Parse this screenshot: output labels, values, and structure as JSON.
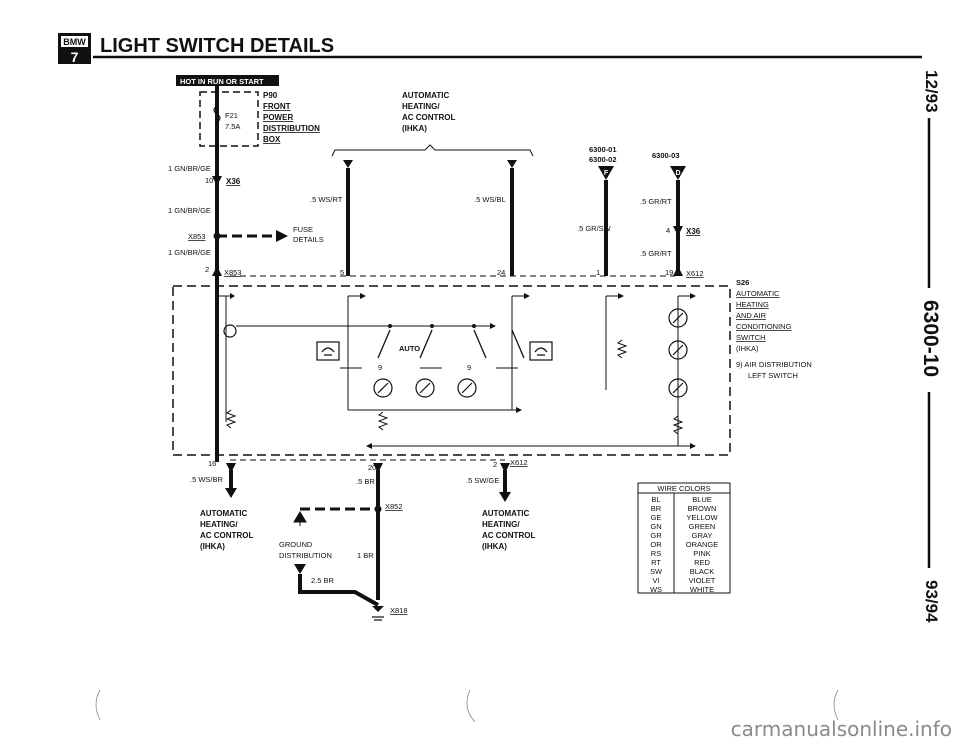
{
  "header": {
    "logo_top": "BMW",
    "logo_bottom": "7",
    "title": "LIGHT SWITCH DETAILS"
  },
  "side": {
    "date_top": "12/93",
    "page_code": "6300-10",
    "date_bottom": "93/94"
  },
  "fuse_box": {
    "hot_label": "HOT IN RUN OR START",
    "fuse_id": "F21",
    "fuse_rating": "7.5A",
    "title_lines": [
      "P90",
      "FRONT",
      "POWER",
      "DISTRIBUTION",
      "BOX"
    ]
  },
  "ihka_top": {
    "lines": [
      "AUTOMATIC",
      "HEATING/",
      "AC CONTROL",
      "(IHKA)"
    ]
  },
  "refs": {
    "r1": "6300-01",
    "r2": "6300-02",
    "r3": "6300-03",
    "f": "F",
    "d": "D"
  },
  "wires": {
    "w1": "1 GN/BR/GE",
    "w2": "1 GN/BR/GE",
    "w3": "1 GN/BR/GE",
    "ws_rt": ".5 WS/RT",
    "ws_bl": ".5 WS/BL",
    "gr_sw": ".5 GR/SW",
    "gr_rt_a": ".5 GR/RT",
    "gr_rt_b": ".5 GR/RT",
    "ws_br": ".5 WS/BR",
    "br_5": ".5 BR",
    "sw_ge": ".5 SW/GE",
    "br_1": "1 BR",
    "br_25": "2.5 BR"
  },
  "connectors": {
    "x36a": "X36",
    "x36b": "X36",
    "x853a": "X853",
    "x853b": "X853",
    "x612a": "X612",
    "x612b": "X612",
    "x852": "X852",
    "x818": "X818"
  },
  "pins": {
    "p10": "10",
    "p4": "4",
    "p2": "2",
    "p5": "5",
    "p24": "24",
    "p1": "1",
    "p19": "19",
    "p16": "16",
    "p20": "20",
    "p2b": "2",
    "p9a": "9",
    "p9b": "9"
  },
  "fuse_details": [
    "FUSE",
    "DETAILS"
  ],
  "switch_label": {
    "auto": "AUTO"
  },
  "s26": {
    "lines": [
      "S26",
      "AUTOMATIC",
      "HEATING",
      "AND AIR",
      "CONDITIONING",
      "SWITCH",
      "(IHKA)"
    ],
    "note1": "9) AIR DISTRIBUTION",
    "note2": "LEFT SWITCH"
  },
  "ihka_left": {
    "lines": [
      "AUTOMATIC",
      "HEATING/",
      "AC CONTROL",
      "(IHKA)"
    ]
  },
  "ihka_mid": {
    "lines": [
      "AUTOMATIC",
      "HEATING/",
      "AC CONTROL",
      "(IHKA)"
    ]
  },
  "ground": {
    "lines": [
      "GROUND",
      "DISTRIBUTION"
    ]
  },
  "wire_colors": {
    "title": "WIRE COLORS",
    "rows": [
      [
        "BL",
        "BLUE"
      ],
      [
        "BR",
        "BROWN"
      ],
      [
        "GE",
        "YELLOW"
      ],
      [
        "GN",
        "GREEN"
      ],
      [
        "GR",
        "GRAY"
      ],
      [
        "OR",
        "ORANGE"
      ],
      [
        "RS",
        "PINK"
      ],
      [
        "RT",
        "RED"
      ],
      [
        "SW",
        "BLACK"
      ],
      [
        "VI",
        "VIOLET"
      ],
      [
        "WS",
        "WHITE"
      ]
    ]
  },
  "watermark": "carmanualsonline.info"
}
